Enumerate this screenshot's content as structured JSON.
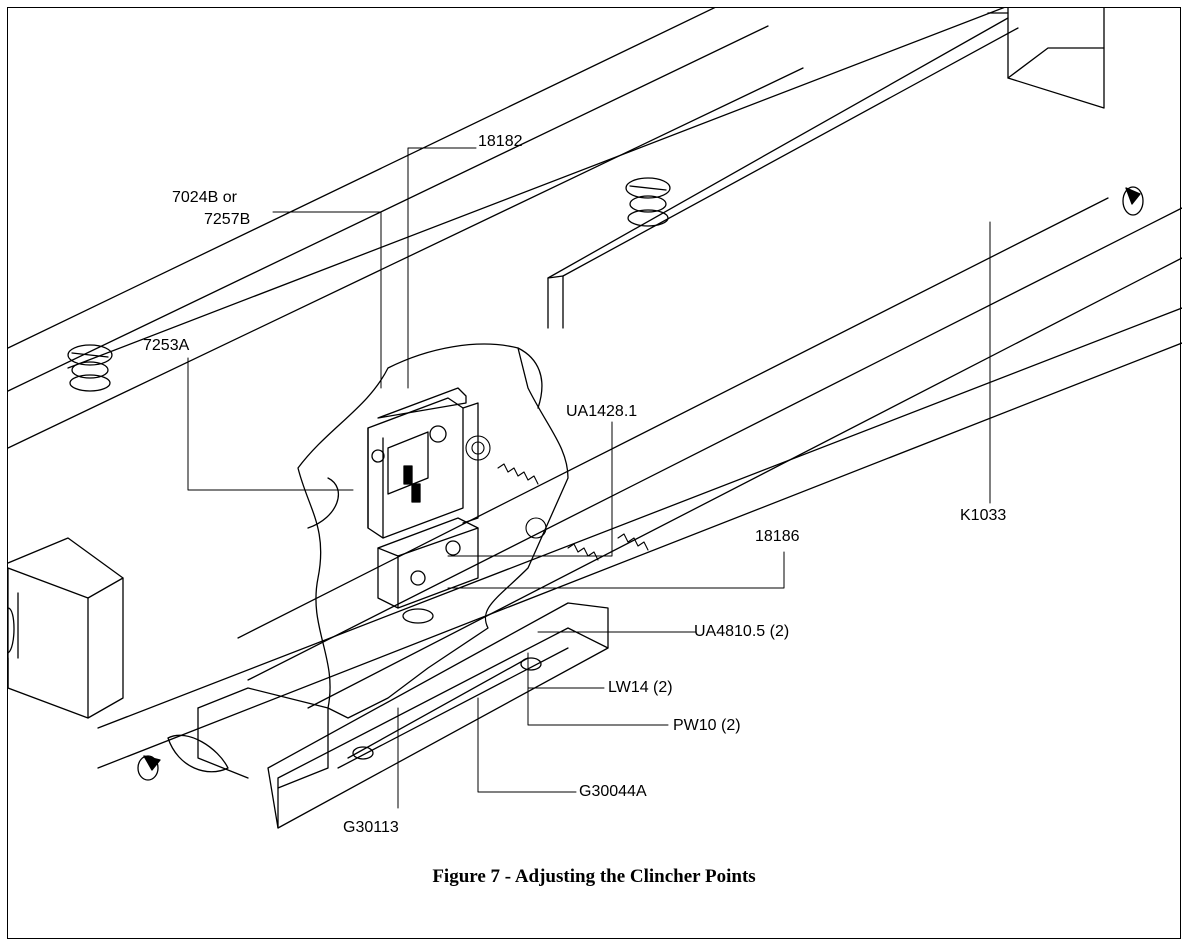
{
  "callouts": {
    "p18182": "18182",
    "p7024b": "7024B or",
    "p7257b": "7257B",
    "p7253a": "7253A",
    "pUA1428": "UA1428.1",
    "p18186": "18186",
    "pK1033": "K1033",
    "pUA4810": "UA4810.5 (2)",
    "pLW14": "LW14 (2)",
    "pPW10": "PW10 (2)",
    "pG30044A": "G30044A",
    "pG30113": "G30113"
  },
  "caption": "Figure 7 - Adjusting the Clincher Points"
}
